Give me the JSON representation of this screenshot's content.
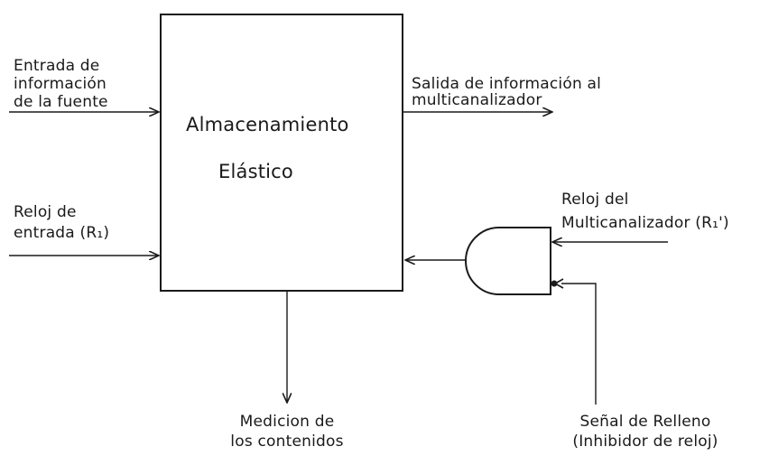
{
  "box": {
    "title_line1": "Almacenamiento",
    "title_line2": "Elástico"
  },
  "labels": {
    "source_input": [
      "Entrada de",
      "información",
      "de la fuente"
    ],
    "input_clock": [
      "Reloj de",
      "entrada (R₁)"
    ],
    "output": [
      "Salida de información al",
      "multicanalizador"
    ],
    "mux_clock": [
      "Reloj del",
      "Multicanalizador (R₁')"
    ],
    "measurement": [
      "Medicion de",
      "los contenidos"
    ],
    "fill_signal": [
      "Señal de Relleno",
      "(Inhibidor de reloj)"
    ]
  },
  "colors": {
    "ink": "#1a1a1a",
    "background": "#ffffff"
  }
}
